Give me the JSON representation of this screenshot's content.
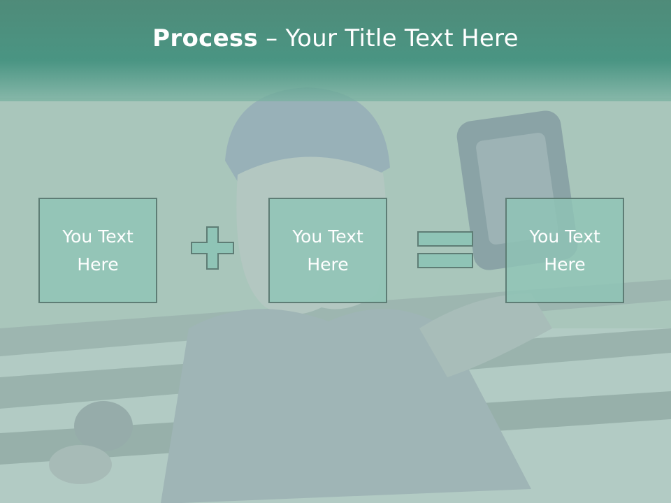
{
  "title": {
    "bold": "Process",
    "rest": " – Your Title Text Here"
  },
  "boxes": [
    {
      "text": "You Text\nHere"
    },
    {
      "text": "You Text\nHere"
    },
    {
      "text": "You Text\nHere"
    }
  ],
  "operators": [
    "plus-icon",
    "equals-icon"
  ],
  "colors": {
    "title_bar": "#4a9583",
    "box_fill": "#8fc4b6",
    "box_border": "#5e7d75",
    "operator_fill": "#8fc4b6"
  }
}
